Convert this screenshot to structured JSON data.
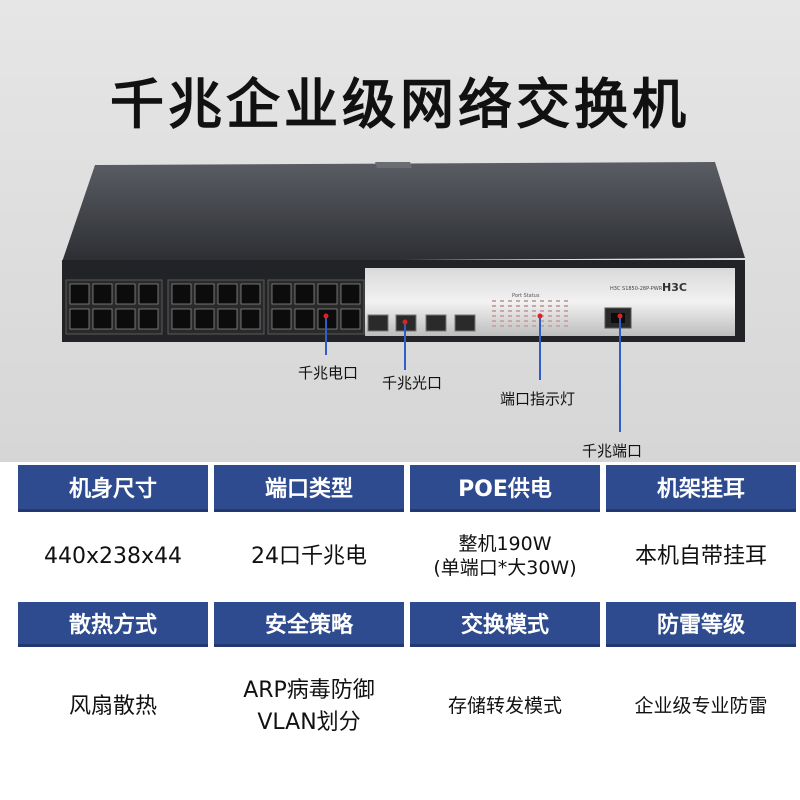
{
  "title": "千兆企业级网络交换机",
  "device": {
    "brand": "H3C",
    "model": "H3C  S1850-28P-PWR",
    "port_status": "Port Status"
  },
  "callouts": {
    "electrical_port": "千兆电口",
    "optical_port": "千兆光口",
    "indicator": "端口指示灯",
    "console_port": "千兆端口"
  },
  "specs": {
    "row1_headers": [
      "机身尺寸",
      "端口类型",
      "POE供电",
      "机架挂耳"
    ],
    "size": "440x238x44",
    "port_type": "24口千兆电",
    "poe_line1": "整机190W",
    "poe_line2": "(单端口*大30W)",
    "rack": "本机自带挂耳",
    "row2_headers": [
      "散热方式",
      "安全策略",
      "交换模式",
      "防雷等级"
    ],
    "cooling": "风扇散热",
    "security_line1": "ARP病毒防御",
    "security_line2": "VLAN划分",
    "switch_mode": "存储转发模式",
    "lightning": "企业级专业防雷"
  }
}
